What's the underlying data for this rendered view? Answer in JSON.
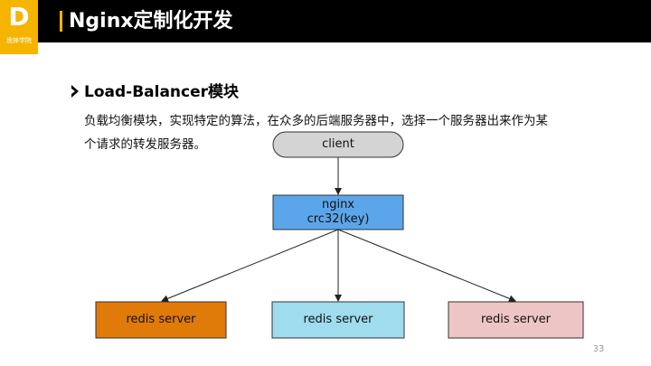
{
  "header": {
    "logo_glyph": "D",
    "logo_text": "逸锋学院",
    "title": "Nginx定制化开发"
  },
  "section": {
    "title": "Load-Balancer模块",
    "description_lines": [
      "负载均衡模块，实现特定的算法，在众多的后端服务器中，选择一个服务器出来作为某",
      "个请求的转发服务器。"
    ]
  },
  "diagram": {
    "client_label": "client",
    "nginx_label_line1": "nginx",
    "nginx_label_line2": "crc32(key)",
    "servers": [
      {
        "label": "redis server",
        "color": "#e07b0a"
      },
      {
        "label": "redis server",
        "color": "#9fdcee"
      },
      {
        "label": "redis server",
        "color": "#eec5c5"
      }
    ],
    "client_color": "#d4d4d4",
    "nginx_color": "#5ba6ea"
  },
  "footer": {
    "page_number": "33"
  },
  "colors": {
    "accent": "#f4b400",
    "header_bg": "#000000"
  }
}
